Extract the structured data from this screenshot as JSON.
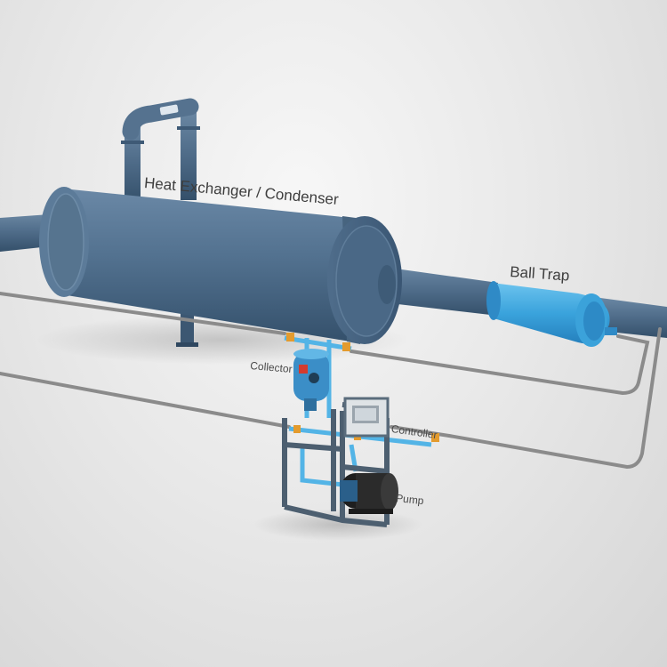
{
  "labels": {
    "heat_exchanger": "Heat Exchanger / Condenser",
    "ball_trap": "Ball Trap",
    "collector": "Collector",
    "controller": "Controller",
    "pump": "Pump"
  },
  "colors": {
    "vessel": "#50708f",
    "ball_trap": "#3ca6db",
    "water_pipe": "#52b4e6",
    "cable": "#8a8a8a",
    "fitting": "#e39b2e"
  }
}
